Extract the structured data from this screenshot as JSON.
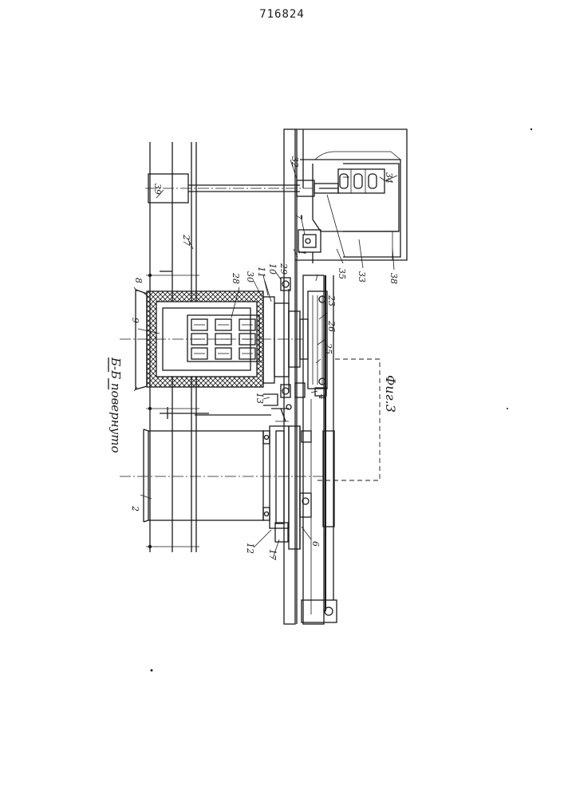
{
  "header": {
    "patent_number": "716824"
  },
  "figure": {
    "section_label": "Б-Б повернуто",
    "caption": "Фиг.3",
    "callouts": {
      "c1": "1",
      "c2": "2",
      "c4": "4",
      "c6": "6",
      "c7": "7",
      "c8": "8",
      "c9": "9",
      "c10": "10",
      "c11": "11",
      "c12": "12",
      "c13": "13",
      "c17": "17",
      "c23": "23",
      "c25": "25",
      "c26": "26",
      "c27": "27",
      "c28": "28",
      "c29": "29",
      "c30": "30",
      "c32": "32",
      "c33": "33",
      "c34": "34",
      "c35": "35",
      "c38": "38",
      "c39": "39"
    }
  }
}
